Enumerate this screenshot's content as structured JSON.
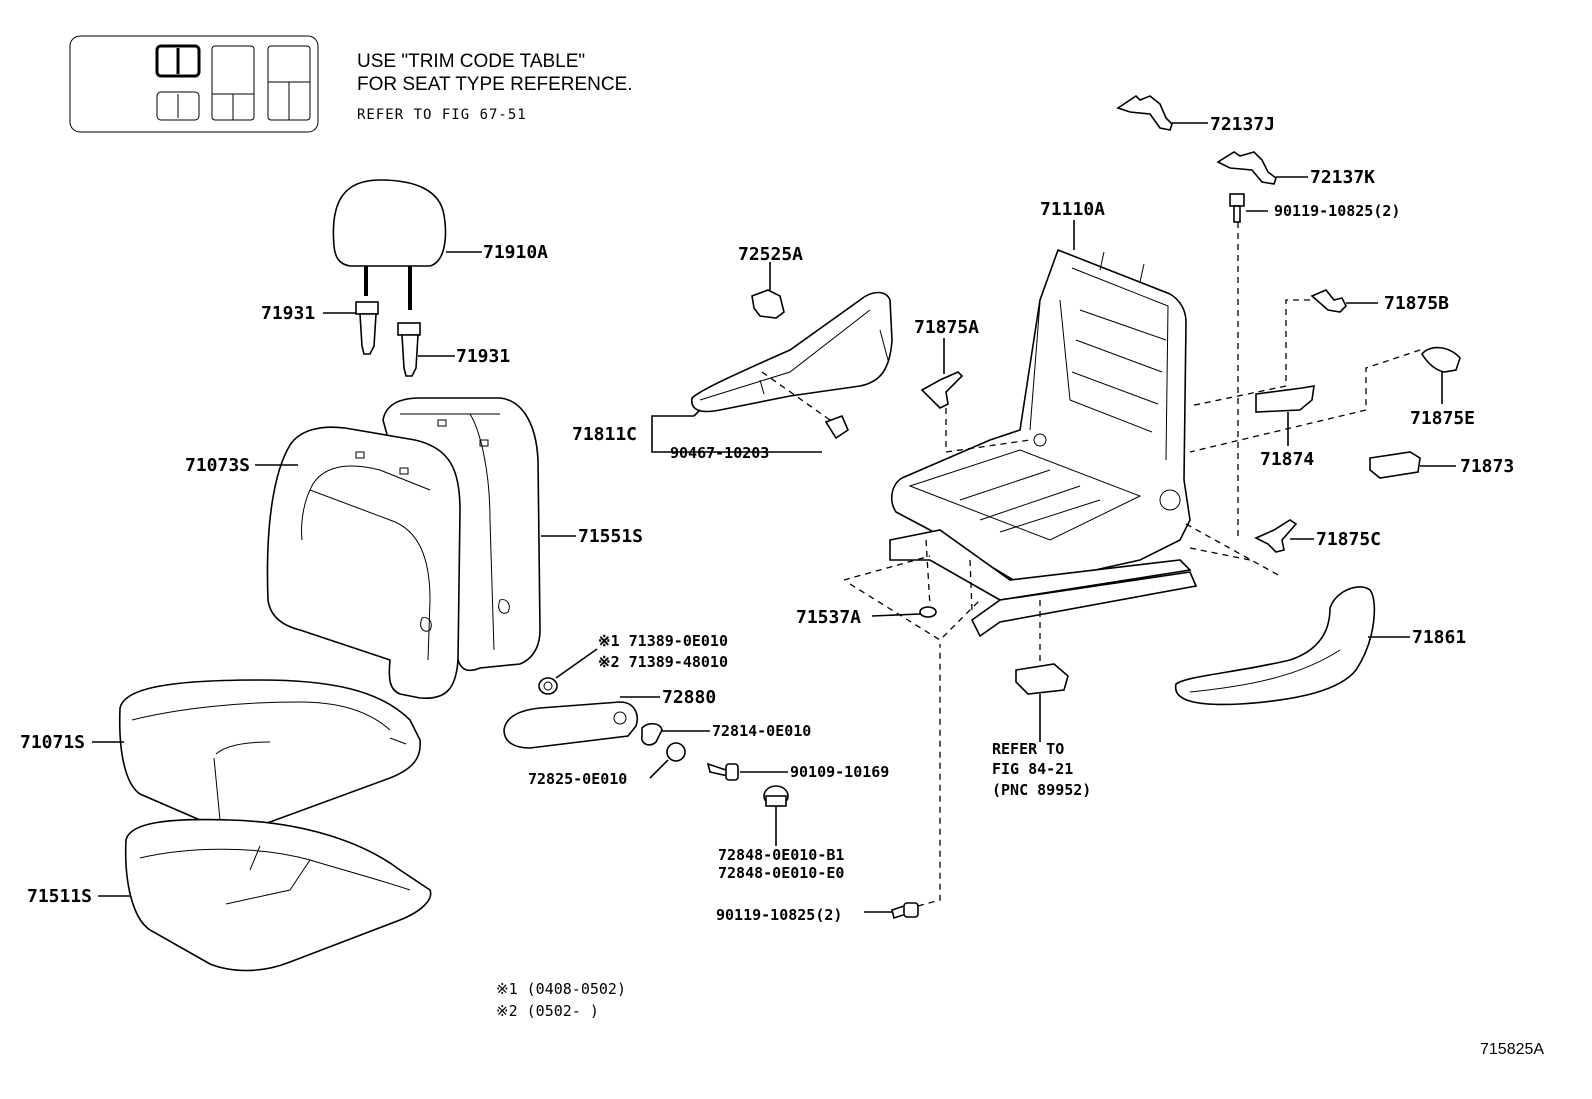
{
  "notes": {
    "line1": "USE  \"TRIM CODE TABLE\"",
    "line2": "FOR SEAT TYPE REFERENCE.",
    "line3": "REFER TO FIG  67-51"
  },
  "refer": {
    "line1": "REFER TO",
    "line2": "FIG 84-21",
    "line3": "(PNC 89952)"
  },
  "footnotes": {
    "f1": "※1 (0408-0502)",
    "f2": "※2 (0502-     )"
  },
  "figure_id": "715825A",
  "labels": {
    "p71910A": "71910A",
    "p71931a": "71931",
    "p71931b": "71931",
    "p71073S": "71073S",
    "p71551S": "71551S",
    "p71071S": "71071S",
    "p71511S": "71511S",
    "p72525A": "72525A",
    "p71811C": "71811C",
    "p90467": "90467-10203",
    "p71389a": "※1 71389-0E010",
    "p71389b": "※2 71389-48010",
    "p72880": "72880",
    "p72814": "72814-0E010",
    "p72825": "72825-0E010",
    "p90109": "90109-10169",
    "p72848a": "72848-0E010-B1",
    "p72848b": "72848-0E010-E0",
    "p90119b": "90119-10825(2)",
    "p71110A": "71110A",
    "p71875A": "71875A",
    "p71537A": "71537A",
    "p72137J": "72137J",
    "p72137K": "72137K",
    "p90119a": "90119-10825(2)",
    "p71875B": "71875B",
    "p71875E": "71875E",
    "p71874": "71874",
    "p71873": "71873",
    "p71875C": "71875C",
    "p71861": "71861"
  }
}
